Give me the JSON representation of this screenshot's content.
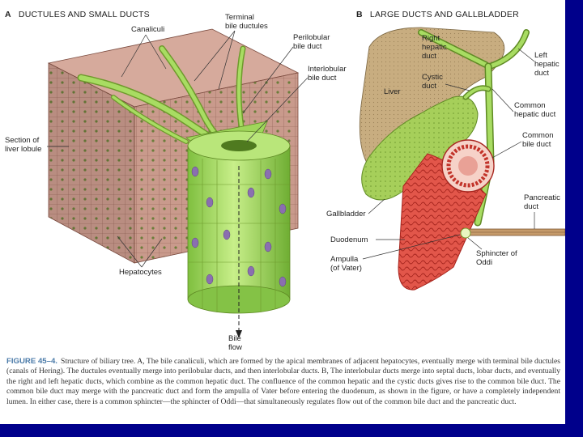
{
  "panel_a": {
    "letter": "A",
    "title": "DUCTULES AND SMALL DUCTS",
    "labels": {
      "canaliculi": "Canaliculi",
      "terminal_1": "Terminal",
      "terminal_2": "bile ductules",
      "perilobular_1": "Perilobular",
      "perilobular_2": "bile duct",
      "interlobular_1": "Interlobular",
      "interlobular_2": "bile duct",
      "section_1": "Section of",
      "section_2": "liver lobule",
      "hepatocytes": "Hepatocytes",
      "bile_1": "Bile",
      "bile_2": "flow"
    }
  },
  "panel_b": {
    "letter": "B",
    "title": "LARGE DUCTS AND GALLBLADDER",
    "labels": {
      "right_1": "Right",
      "right_2": "hepatic",
      "right_3": "duct",
      "left_1": "Left",
      "left_2": "hepatic",
      "left_3": "duct",
      "liver": "Liver",
      "cystic_1": "Cystic",
      "cystic_2": "duct",
      "common_hepatic_1": "Common",
      "common_hepatic_2": "hepatic duct",
      "common_bile_1": "Common",
      "common_bile_2": "bile duct",
      "pancreatic_1": "Pancreatic",
      "pancreatic_2": "duct",
      "gallbladder": "Gallbladder",
      "duodenum": "Duodenum",
      "ampulla_1": "Ampulla",
      "ampulla_2": "(of Vater)",
      "sphincter_1": "Sphincter of",
      "sphincter_2": "Oddi"
    }
  },
  "caption": {
    "label": "FIGURE 45–4.",
    "text": "Structure of biliary tree. A, The bile canaliculi, which are formed by the apical membranes of adjacent hepatocytes, eventually merge with terminal bile ductules (canals of Hering). The ductules eventually merge into perilobular ducts, and then interlobular ducts. B, The interlobular ducts merge into septal ducts, lobar ducts, and eventually the right and left hepatic ducts, which combine as the common hepatic duct. The confluence of the common hepatic and the cystic ducts gives rise to the common bile duct. The common bile duct may merge with the pancreatic duct and form the ampulla of Vater before entering the duodenum, as shown in the figure, or have a completely independent lumen. In either case, there is a common sphincter—the sphincter of Oddi—that simultaneously regulates flow out of the common bile duct and the pancreatic duct."
  },
  "colors": {
    "background": "#00008b",
    "hepatocyte_tissue": "#c99a8c",
    "duct_green": "#9fd65a",
    "nucleus_purple": "#8a6fb0",
    "liver_tan": "#c8ad80",
    "duodenum_red": "#e2564a"
  }
}
